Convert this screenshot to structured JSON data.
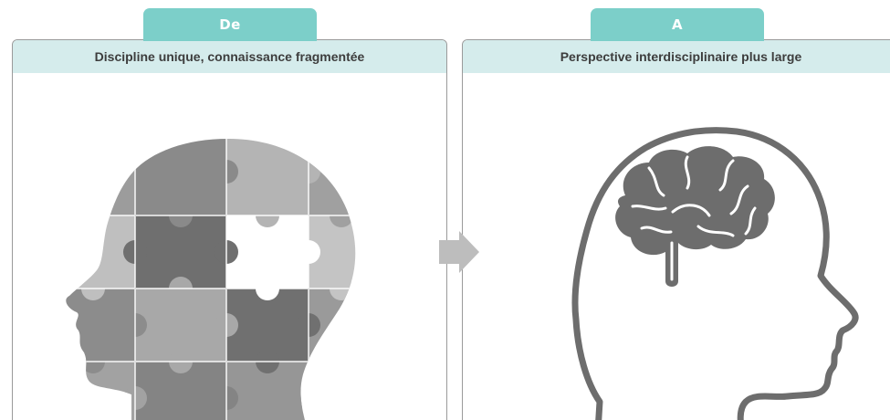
{
  "left": {
    "tab_label": "De",
    "header": "Discipline unique, connaissance fragmentée",
    "illustration": "puzzle-head-icon"
  },
  "right": {
    "tab_label": "A",
    "header": "Perspective interdisciplinaire plus large",
    "illustration": "brain-head-icon"
  },
  "connector": "arrow-right-icon",
  "colors": {
    "tab": "#7ccfc9",
    "header_bg": "#d5ecec",
    "header_text": "#3d3d3d",
    "icon_gray": "#6d6d6d",
    "border": "#9a9a9a"
  }
}
